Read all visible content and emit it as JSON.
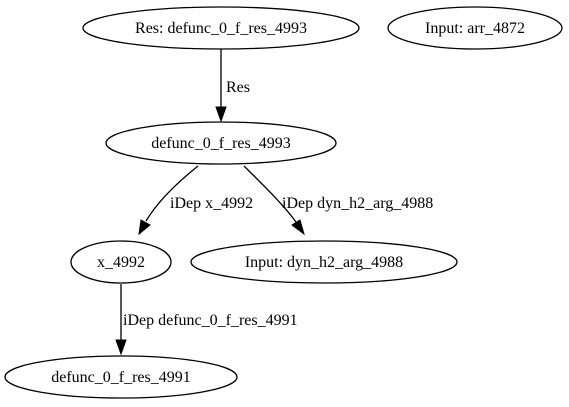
{
  "graph": {
    "nodes": {
      "res_root": "Res: defunc_0_f_res_4993",
      "input_arr": "Input: arr_4872",
      "defunc_4993": "defunc_0_f_res_4993",
      "x_4992": "x_4992",
      "input_dyn": "Input: dyn_h2_arg_4988",
      "defunc_4991": "defunc_0_f_res_4991"
    },
    "edges": {
      "res_to_defunc": "Res",
      "defunc_to_x": "iDep x_4992",
      "defunc_to_input_dyn": "iDep dyn_h2_arg_4988",
      "x_to_defunc_4991": "iDep defunc_0_f_res_4991"
    },
    "colors": {
      "stroke": "#000000",
      "background": "#ffffff"
    }
  }
}
